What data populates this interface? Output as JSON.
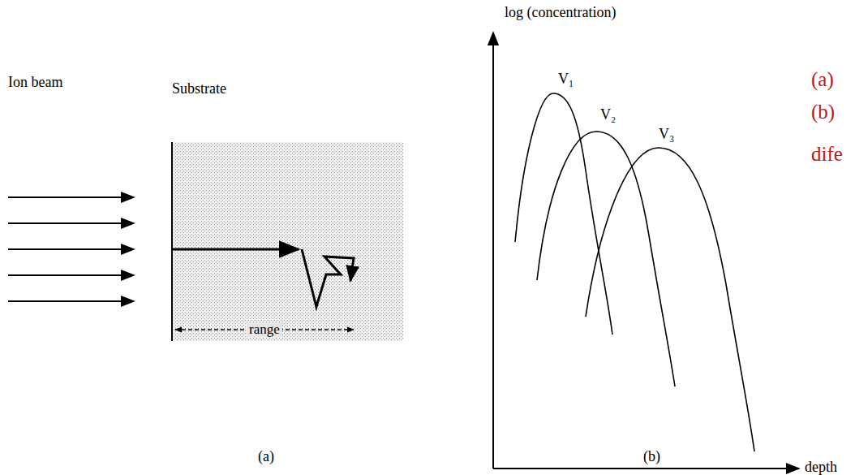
{
  "diagram": {
    "nodes": [
      {
        "text": [
          "Substrate",
          "range"
        ]
      }
    ],
    "labels": [
      "Ion beam",
      "(a)",
      "log (concentration)",
      "V₁",
      "V₂",
      "V₃",
      "depth",
      "(b)",
      "(a)",
      "(b)",
      "dife"
    ]
  }
}
